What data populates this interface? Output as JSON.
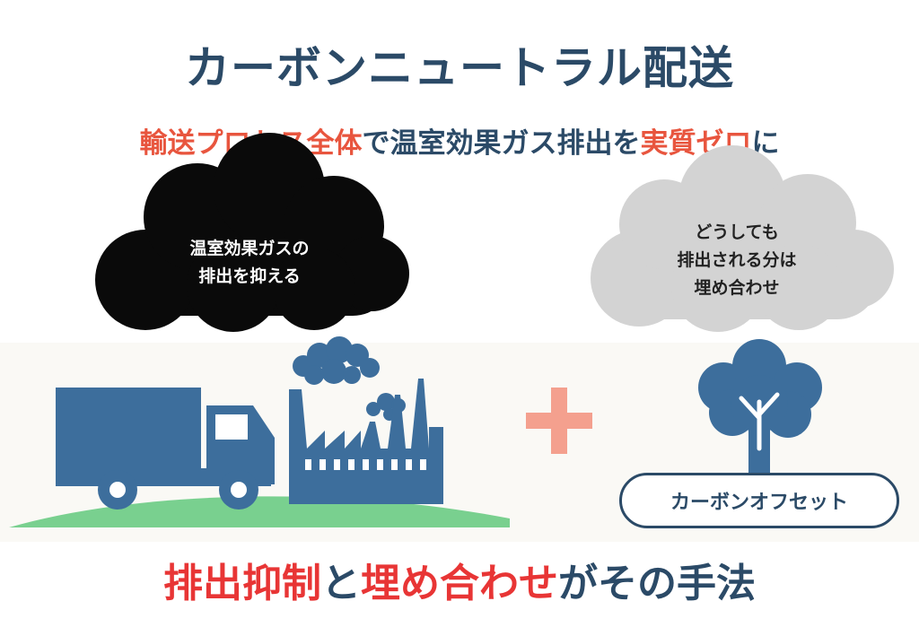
{
  "colors": {
    "navy": "#2b4a67",
    "blue": "#3d6e9c",
    "coral": "#e8553e",
    "red": "#e83535",
    "plus": "#f4a08e",
    "green": "#79d08f",
    "cloud_dark": "#0a0a0a",
    "cloud_light": "#d3d3d3"
  },
  "title": "カーボンニュートラル配送",
  "subtitle": {
    "part1": "輸送プロセス全体",
    "part2": "で温室効果ガス排出を",
    "part3": "実質ゼロ",
    "part4": "に"
  },
  "cloud_left": {
    "line1": "温室効果ガスの",
    "line2": "排出を抑える"
  },
  "cloud_right": {
    "line1": "どうしても",
    "line2": "排出される分は",
    "line3": "埋め合わせ"
  },
  "offset_label": "カーボンオフセット",
  "footer": {
    "part1": "排出抑制",
    "part2": "と",
    "part3": "埋め合わせ",
    "part4": "がその手法"
  },
  "icons": [
    "truck-icon",
    "factory-icon",
    "smoke-icon",
    "plus-icon",
    "tree-icon"
  ]
}
